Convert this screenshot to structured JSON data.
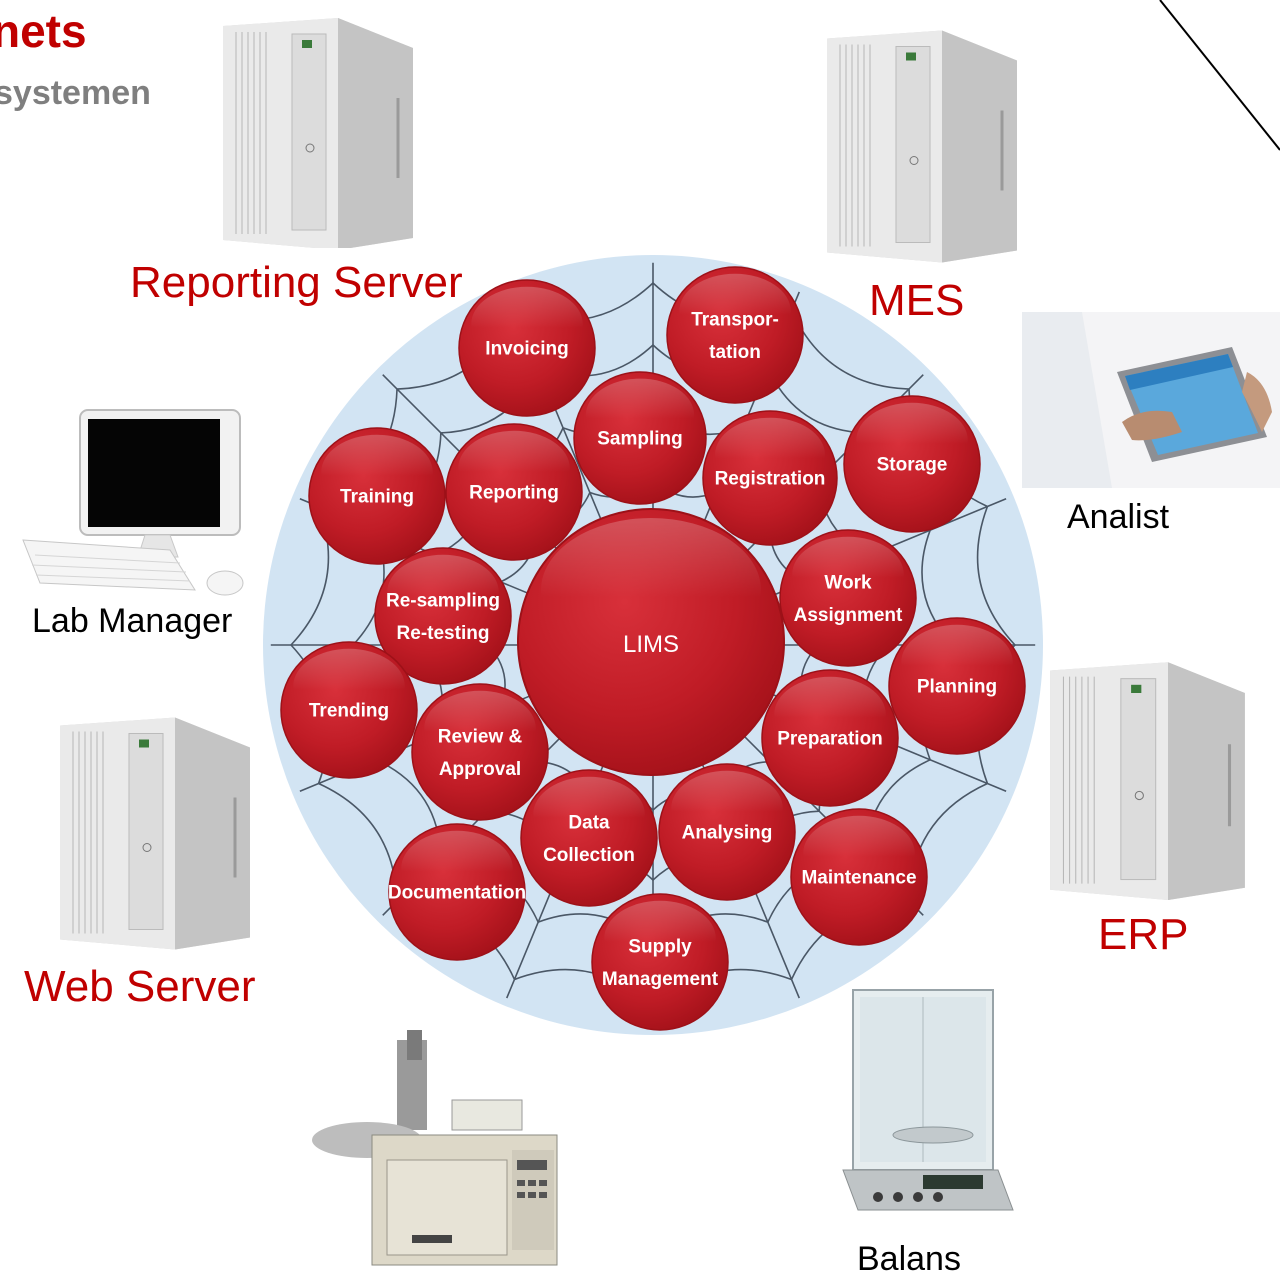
{
  "header": {
    "title": "nets",
    "subtitle": "systemen"
  },
  "systems": {
    "reporting_server": "Reporting Server",
    "mes": "MES",
    "analist": "Analist",
    "lab_manager": "Lab Manager",
    "erp": "ERP",
    "web_server": "Web Server",
    "balans": "Balans"
  },
  "lims": {
    "center": "LIMS",
    "modules": [
      {
        "id": "invoicing",
        "lines": [
          "Invoicing"
        ]
      },
      {
        "id": "transportation",
        "lines": [
          "Transpor-",
          "tation"
        ]
      },
      {
        "id": "sampling",
        "lines": [
          "Sampling"
        ]
      },
      {
        "id": "registration",
        "lines": [
          "Registration"
        ]
      },
      {
        "id": "storage",
        "lines": [
          "Storage"
        ]
      },
      {
        "id": "training",
        "lines": [
          "Training"
        ]
      },
      {
        "id": "reporting",
        "lines": [
          "Reporting"
        ]
      },
      {
        "id": "work-assignment",
        "lines": [
          "Work",
          "Assignment"
        ]
      },
      {
        "id": "resampling",
        "lines": [
          "Re-sampling",
          "Re-testing"
        ]
      },
      {
        "id": "planning",
        "lines": [
          "Planning"
        ]
      },
      {
        "id": "trending",
        "lines": [
          "Trending"
        ]
      },
      {
        "id": "review",
        "lines": [
          "Review &",
          "Approval"
        ]
      },
      {
        "id": "preparation",
        "lines": [
          "Preparation"
        ]
      },
      {
        "id": "data-collection",
        "lines": [
          "Data",
          "Collection"
        ]
      },
      {
        "id": "analysing",
        "lines": [
          "Analysing"
        ]
      },
      {
        "id": "maintenance",
        "lines": [
          "Maintenance"
        ]
      },
      {
        "id": "documentation",
        "lines": [
          "Documentation"
        ]
      },
      {
        "id": "supply",
        "lines": [
          "Supply",
          "Management"
        ]
      }
    ]
  },
  "colors": {
    "accent": "#c00000",
    "bubble": "#c8202a",
    "web_bg": "#cfe3f2",
    "web_line": "#445566",
    "subtitle": "#7f7f7f"
  },
  "icons": [
    "server-icon",
    "monitor-icon",
    "tablet-icon",
    "gas-chromatograph-icon",
    "balance-icon"
  ]
}
